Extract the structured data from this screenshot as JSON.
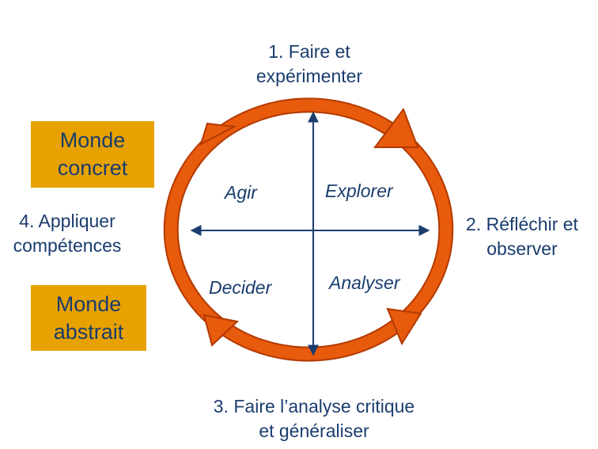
{
  "stages": {
    "top": [
      "1. Faire et",
      "expérimenter"
    ],
    "right": [
      "2. Réfléchir et",
      "observer"
    ],
    "bottom": [
      "3. Faire l’analyse critique",
      "et généraliser"
    ],
    "left": [
      "4. Appliquer",
      "compétences"
    ]
  },
  "quadrants": {
    "top_left": "Agir",
    "top_right": "Explorer",
    "bottom_left": "Decider",
    "bottom_right": "Analyser"
  },
  "worlds": {
    "concrete": [
      "Monde",
      "concret"
    ],
    "abstract": [
      "Monde",
      "abstrait"
    ]
  },
  "colors": {
    "ring_fill": "#e85a0c",
    "ring_outline": "#b23a00",
    "axis": "#1a3d6e",
    "box_fill": "#e8a200",
    "text": "#1a3d6e"
  }
}
